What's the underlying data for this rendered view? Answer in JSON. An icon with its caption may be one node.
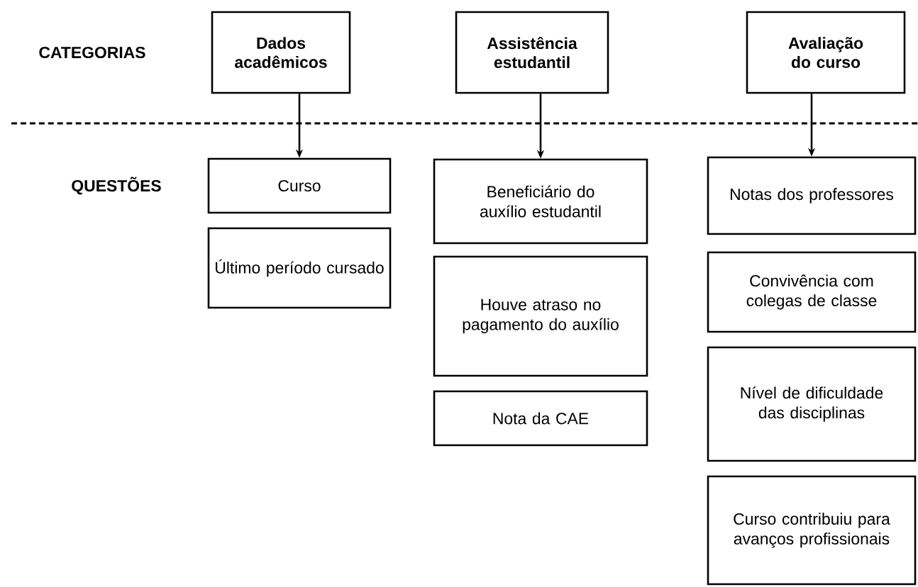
{
  "diagram": {
    "nodes": [
      {
        "text": [
          "Dados acadêmicos"
        ]
      },
      {
        "text": [
          "Assistência estudantil"
        ]
      },
      {
        "text": [
          "Avaliação do curso"
        ]
      },
      {
        "text": [
          "Curso"
        ]
      },
      {
        "text": [
          "Último período cursado"
        ]
      },
      {
        "text": [
          "Beneficiário do auxílio estudantil"
        ]
      },
      {
        "text": [
          "Houve atraso no pagamento do auxílio"
        ]
      },
      {
        "text": [
          "Nota da CAE"
        ]
      },
      {
        "text": [
          "Notas dos professores"
        ]
      },
      {
        "text": [
          "Convivência com colegas de classe"
        ]
      },
      {
        "text": [
          "Nível de dificuldade das disciplinas"
        ]
      },
      {
        "text": [
          "Curso contribuiu para avanços profissionais"
        ]
      }
    ],
    "edges": [
      {
        "from": 0,
        "to": 3,
        "arrow": "to"
      },
      {
        "from": 1,
        "to": 5,
        "arrow": "to"
      },
      {
        "from": 2,
        "to": 8,
        "arrow": "to"
      }
    ],
    "labels": [
      "CATEGORIAS",
      "QUESTÕES"
    ]
  }
}
